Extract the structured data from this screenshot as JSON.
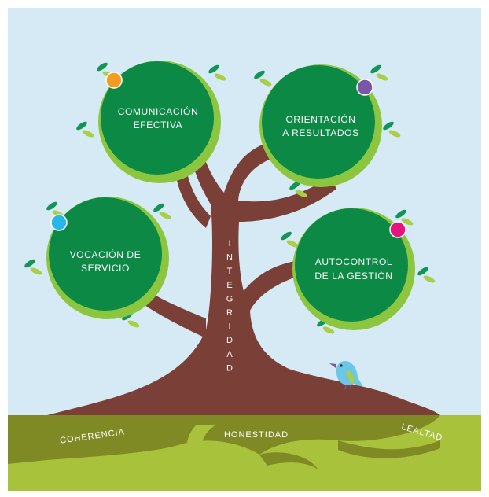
{
  "diagram": {
    "trunk_label": "INTEGRIDAD",
    "branches": [
      {
        "id": "comunicacion",
        "line1": "COMUNICACIÓN",
        "line2": "EFECTIVA",
        "bead_color": "#f39c1f"
      },
      {
        "id": "orientacion",
        "line1": "ORIENTACIÓN",
        "line2": "A RESULTADOS",
        "bead_color": "#7a56a8"
      },
      {
        "id": "vocacion",
        "line1": "VOCACIÓN DE",
        "line2": "SERVICIO",
        "bead_color": "#29b6e8"
      },
      {
        "id": "autocontrol",
        "line1": "AUTOCONTROL",
        "line2": "DE LA GESTIÓN",
        "bead_color": "#e5157e"
      }
    ],
    "roots": {
      "left": "COHERENCIA",
      "center": "HONESTIDAD",
      "right": "LEALTAD"
    }
  },
  "colors": {
    "sky": "#d6eaf5",
    "grass": "#a9c23c",
    "root_dark": "#7f8a25",
    "trunk": "#7a3f36",
    "circle_inner": "#0c8a45",
    "circle_ring": "#8cc63f",
    "leaf_dark": "#13955a",
    "leaf_light": "#a8cf45",
    "bird_body": "#6cc6e8"
  }
}
